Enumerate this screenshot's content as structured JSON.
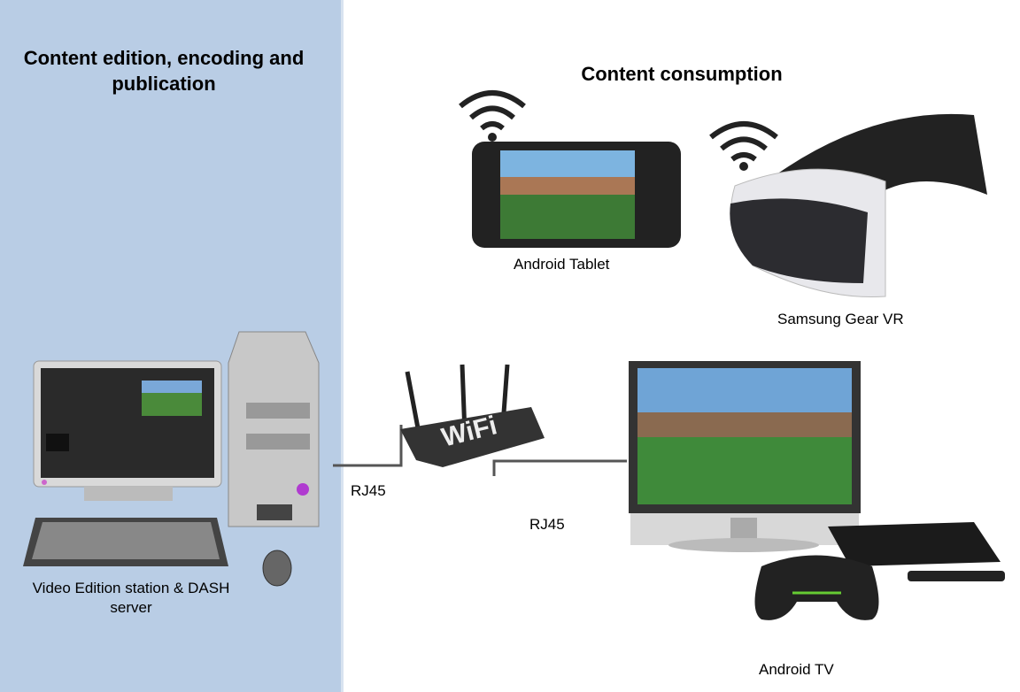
{
  "left_section": {
    "title": "Content edition, encoding and publication",
    "station_label": "Video Edition station & DASH server"
  },
  "right_section": {
    "title": "Content consumption"
  },
  "devices": {
    "tablet": "Android Tablet",
    "vr": "Samsung Gear VR",
    "tv": "Android TV",
    "router_text": "WiFi"
  },
  "links": {
    "rj45_left": "RJ45",
    "rj45_right": "RJ45"
  },
  "colors": {
    "panel": "#b9cde5",
    "line": "#555555"
  }
}
